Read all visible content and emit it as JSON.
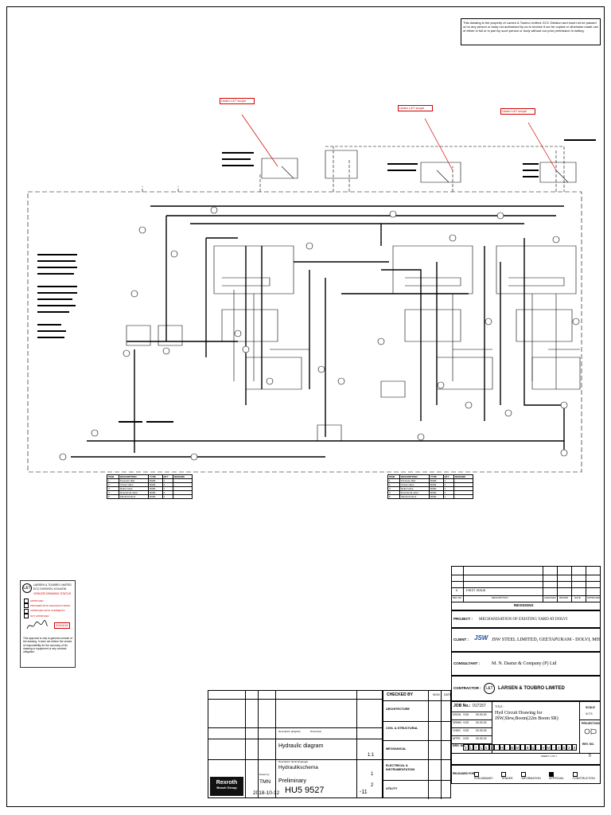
{
  "notice": "This drawing is the property of Larsen & Toubro Limited. ECC Division and must not be passed on to any person or body not authorised by us to receive it nor be copied or otherwise made use of either in full or in part by such person or body without our prior permission in writing.",
  "scope_notes": [
    "Under L&T scope",
    "Under L&T scope",
    "Under L&T scope"
  ],
  "approval_stamp": {
    "company": "LARSEN & TOUBRO LIMITED",
    "division": "ECC DIVISION, KOLKATA",
    "heading": "VENDOR DRAWING STATUS",
    "options": [
      "APPROVED",
      "PROCEED WITH MANUFACTURING",
      "APPROVED WITH COMMENTS",
      "NOT APPROVED"
    ],
    "date": "20/04/18",
    "disclaimer": "This approval is only to general conduct of the drawing. It does not relieve the vendor of responsibility for the accuracy of his drawing or equipment or any contract obligation."
  },
  "revisions": {
    "rev0": "0",
    "rev0_desc": "FIRST ISSUE",
    "col_rev": "REV.NO",
    "col_desc": "DESCRIPTION",
    "col_checked": "CHECKED",
    "col_drawn": "DRAWN",
    "col_date": "DATE",
    "col_approved": "APPROVED",
    "title": "REVISIONS"
  },
  "project": {
    "label": "PROJECT :",
    "value": "MECHANISATION OF EXISTING YARD AT DOLVI"
  },
  "client": {
    "label": "CLIENT :",
    "logo": "JSW",
    "value": "JSW STEEL LIMITED, GEETAPURAM - DOLVI, MH"
  },
  "consultant": {
    "label": "CONSULTANT :",
    "value": "M. N. Dastur & Company (P) Ltd"
  },
  "contractor": {
    "label": "CONTRACTOR :",
    "value": "LARSEN & TOUBRO LIMITED"
  },
  "job": {
    "label": "JOB No.:",
    "value": "017157",
    "title_label": "TITLE :",
    "title": "Hyd Circuit Drawing for JSW,Slew,Boom(22m Boom SR)",
    "scale_label": "SCALE",
    "scale": "N.T.S",
    "projection_label": "PROJECTION",
    "drg_label": "DRG. NO.",
    "drg_digits": [
      "0",
      "1",
      "7",
      "1",
      "5",
      "7",
      "-",
      "H",
      "-",
      "B",
      "M",
      "-",
      "E",
      "Q",
      "-",
      "V",
      "M",
      "-",
      "0",
      "6",
      "2",
      "3"
    ],
    "sheet": "SHEET 1 OF 1",
    "rev_label": "REV. NO.",
    "rev": "0"
  },
  "signoff": {
    "rows": [
      "DSGN",
      "DRWN",
      "CHKD",
      "APPD"
    ],
    "values": [
      "VXD",
      "VXD",
      "VXD",
      "VXD"
    ],
    "dates": [
      "00.00.00",
      "00.00.00",
      "00.00.00",
      "00.00.00"
    ]
  },
  "checked_by": {
    "title": "CHECKED BY",
    "col_sign": "SIGN",
    "col_date": "DATE",
    "items": [
      "ARCHITECTURE",
      "CIVIL & STRUCTURAL",
      "MECHANICAL",
      "ELECTRICAL & INSTRUMENTATION",
      "UTILITY"
    ]
  },
  "released_for": {
    "label": "RELEASED FOR",
    "options": [
      "PRELIMINARY",
      "TENDER",
      "INFORMATION",
      "APPROVAL",
      "CONSTRUCTION"
    ]
  },
  "rexroth": {
    "brand1": "Rexroth",
    "brand2": "Bosch Group",
    "desc_en_label": "Description (English)",
    "desc_en": "Hydraulic diagram",
    "desc_de_label": "Description (local language)",
    "desc_de": "Hydraulikschema",
    "drawn_by_label": "Drawn by",
    "drawn_by": "TMN",
    "date": "2018-10-12",
    "status": "Preliminary",
    "drawing_no": "HU5 9527",
    "suffix": "-11",
    "scale": "1:1",
    "sheet": "1",
    "sheets": "2",
    "dimension_label": "Dimension"
  },
  "bom_header": [
    "ITEM",
    "DESCRIPTION",
    "TYPE",
    "QTY",
    "REMARK"
  ],
  "bom_left": [
    [
      "1",
      "Pressure filter",
      "R928..",
      "1",
      "-"
    ],
    [
      "2",
      "Check valve",
      "R900..",
      "2",
      "-"
    ],
    [
      "3",
      "Relief valve",
      "R900..",
      "1",
      "-"
    ],
    [
      "4",
      "Directional valve",
      "R900..",
      "2",
      "-"
    ],
    [
      "5",
      "Manifold block",
      "R900..",
      "1",
      "-"
    ]
  ],
  "bom_right": [
    [
      "1",
      "Pressure filter",
      "R928..",
      "1",
      "-"
    ],
    [
      "2",
      "Check valve",
      "R900..",
      "2",
      "-"
    ],
    [
      "3",
      "Relief valve",
      "R900..",
      "1",
      "-"
    ],
    [
      "4",
      "Directional valve",
      "R900..",
      "2",
      "-"
    ],
    [
      "5",
      "Manifold block",
      "R900..",
      "1",
      "-"
    ]
  ]
}
